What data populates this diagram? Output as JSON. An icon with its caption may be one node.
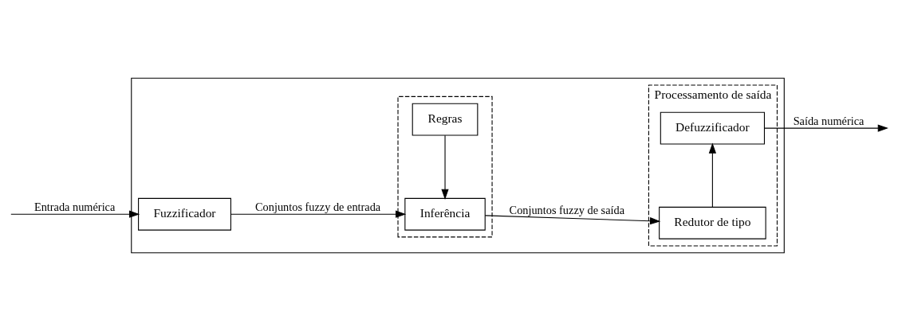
{
  "diagram": {
    "nodes": [
      {
        "text": [],
        "shape": "box"
      },
      {
        "text": [
          "Fuzzificador"
        ],
        "in": 0
      },
      {
        "text": [],
        "shape": "box",
        "in": 0
      },
      {
        "text": [
          "Regras"
        ],
        "in": 2
      },
      {
        "text": [
          "Inferência"
        ],
        "in": 2
      },
      {
        "text": [
          "Processamento de saída"
        ],
        "in": 0
      },
      {
        "text": [
          "Defuzzificador"
        ],
        "in": 5
      },
      {
        "text": [
          "Redutor de tipo"
        ],
        "in": 5
      }
    ],
    "edges": [
      {
        "from": null,
        "to": 1,
        "arrow": "to",
        "label": "Entrada numérica"
      },
      {
        "from": 1,
        "to": 4,
        "arrow": "to",
        "label": "Conjuntos fuzzy de entrada"
      },
      {
        "from": 3,
        "to": 4,
        "arrow": "to"
      },
      {
        "from": 4,
        "to": 7,
        "arrow": "to",
        "label": "Conjuntos fuzzy de saída"
      },
      {
        "from": 7,
        "to": 6,
        "arrow": "to"
      },
      {
        "from": 6,
        "to": null,
        "arrow": "to",
        "label": "Saída numérica"
      }
    ]
  }
}
